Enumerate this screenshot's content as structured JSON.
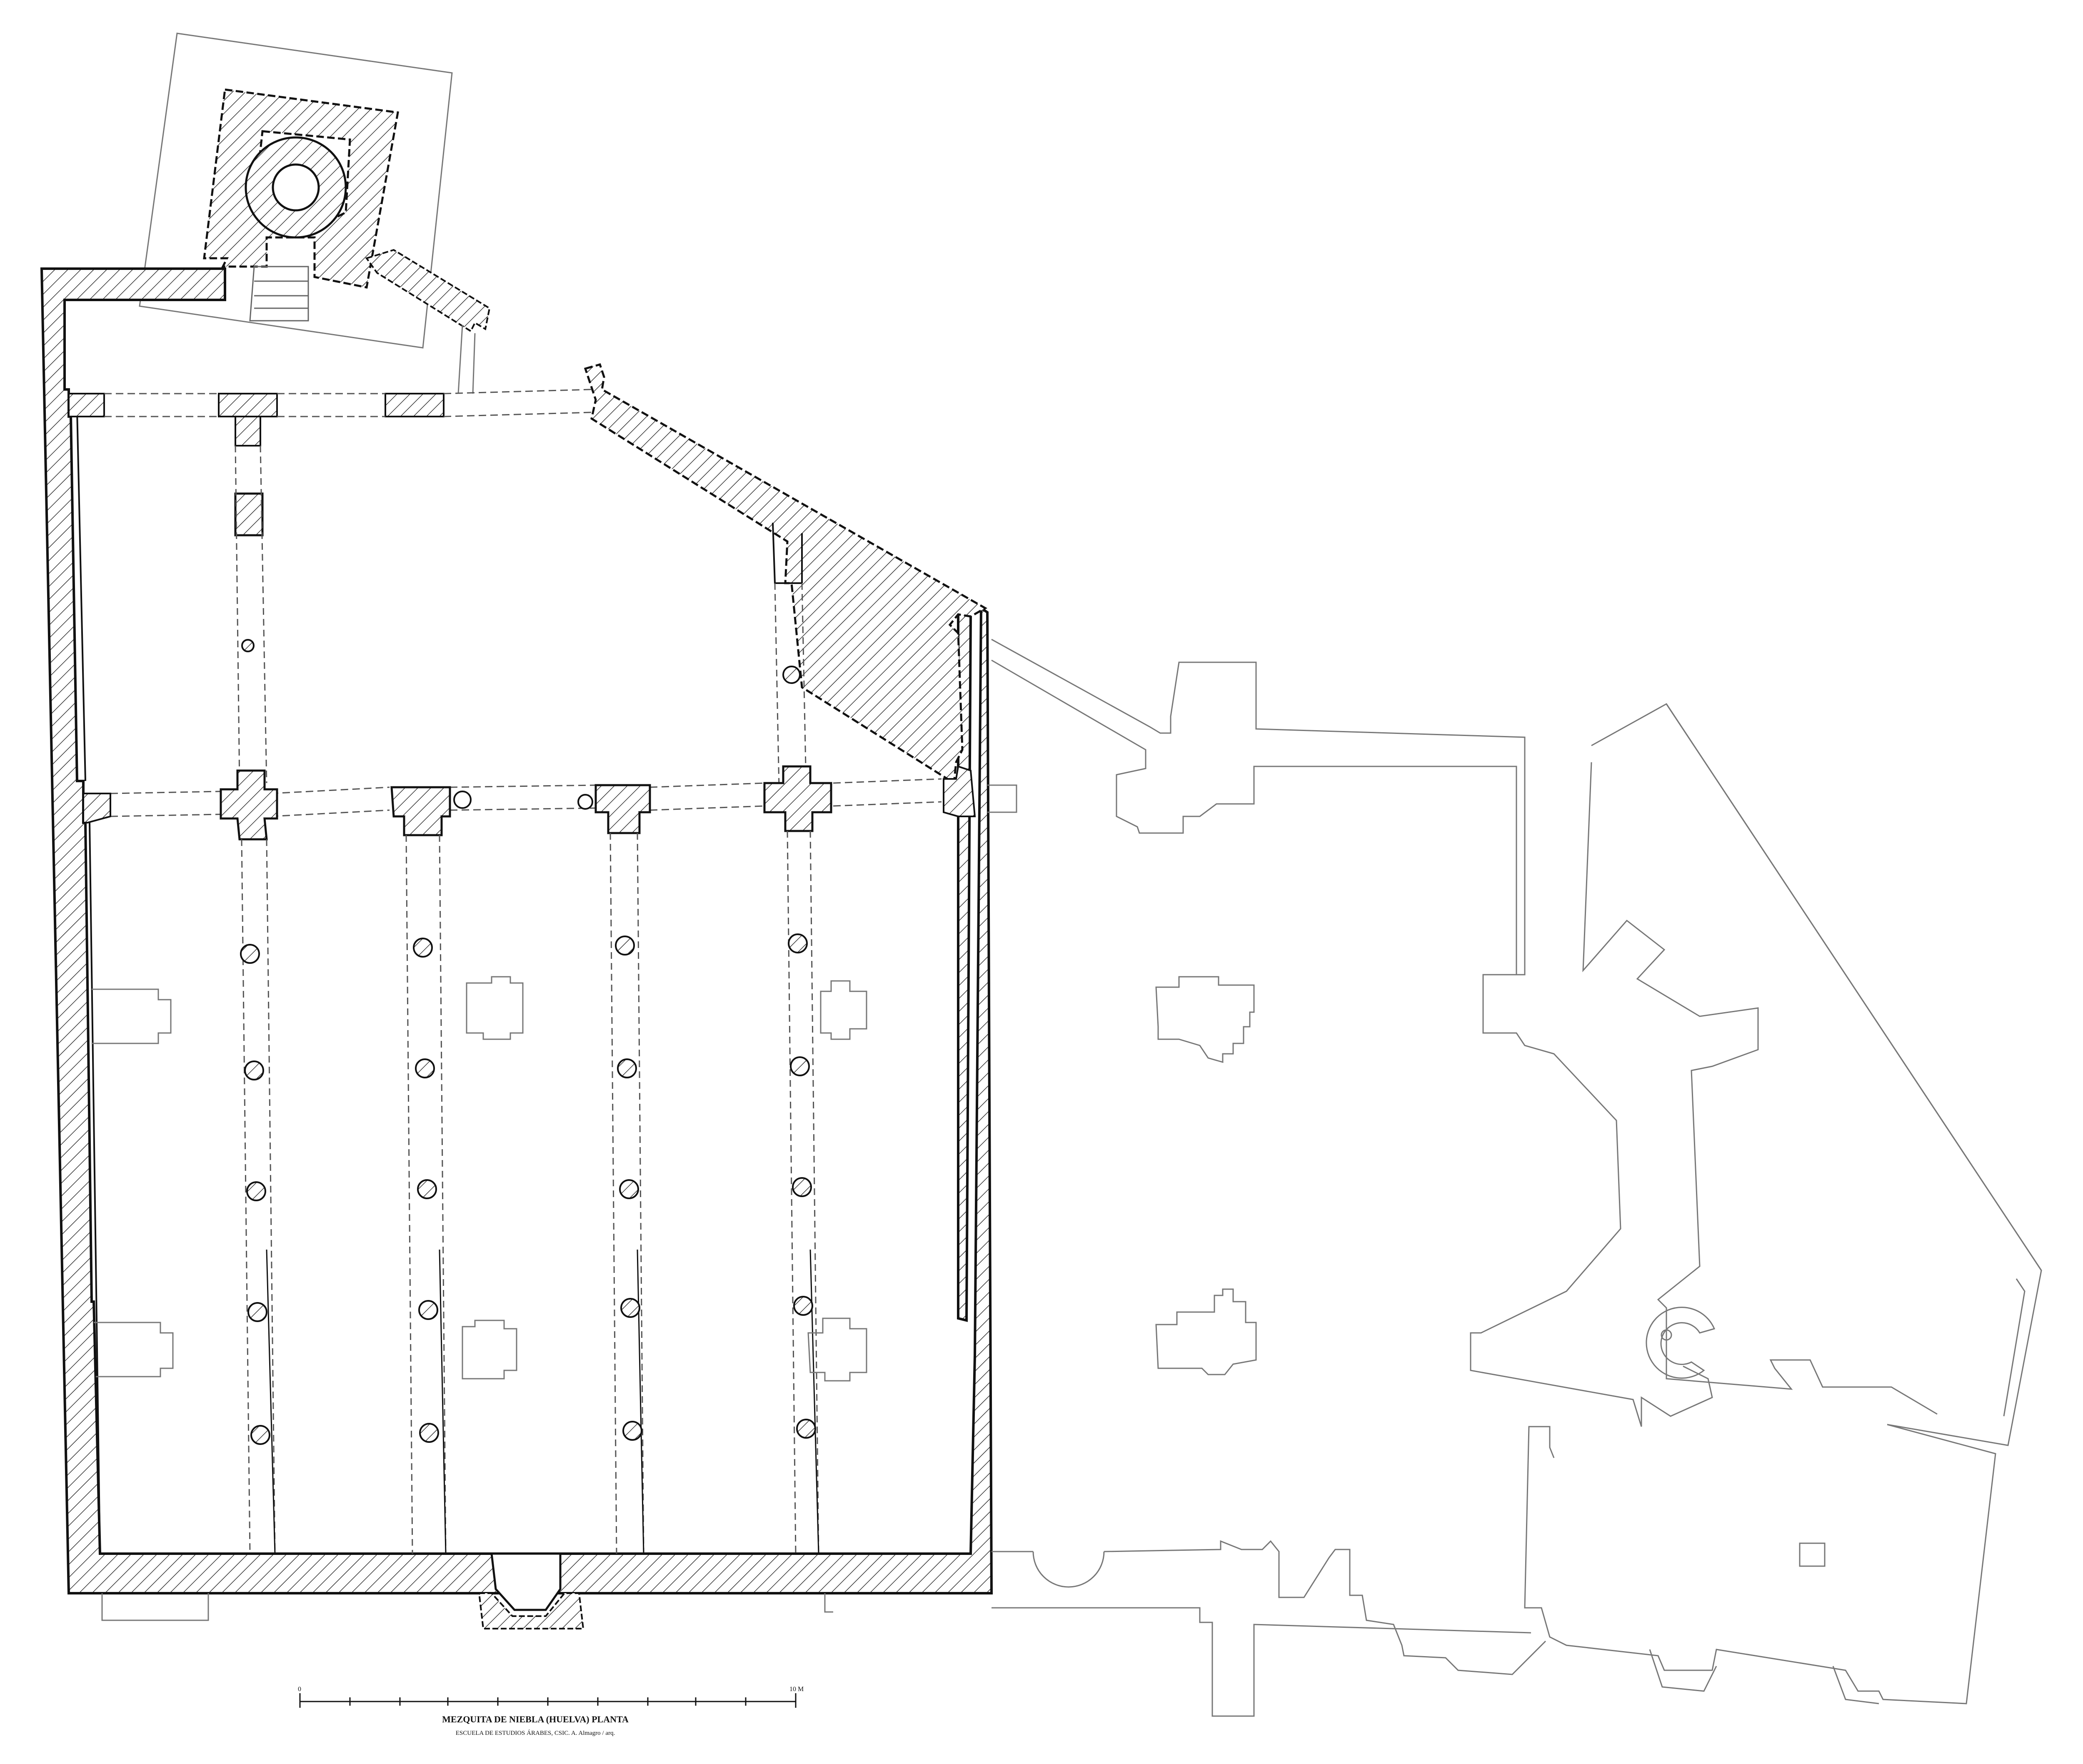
{
  "drawing": {
    "title": "MEZQUITA DE NIEBLA (HUELVA) PLANTA",
    "credit": "ESCUELA DE ESTUDIOS ÁRABES, CSIC. A. Almagro / arq.",
    "scale_bar": {
      "start_label": "0",
      "end_label": "10 M"
    }
  }
}
